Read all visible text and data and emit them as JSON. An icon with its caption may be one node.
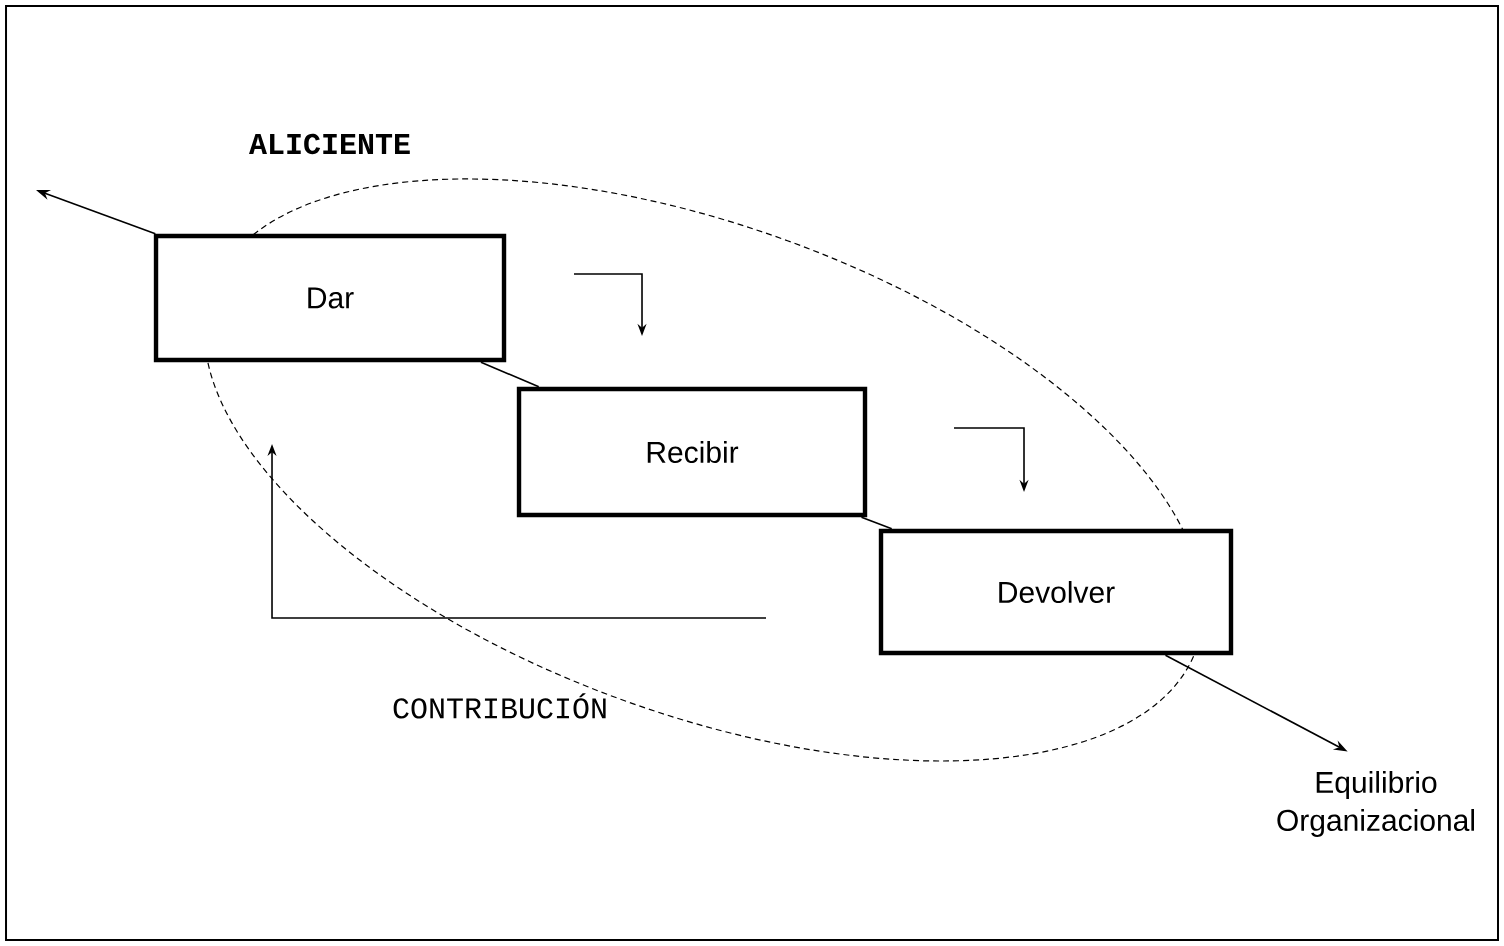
{
  "diagram": {
    "nodes": [
      {
        "text": [
          "Dar"
        ]
      },
      {
        "text": [
          "Recibir"
        ]
      },
      {
        "text": [
          "Devolver"
        ]
      },
      {
        "text": [
          "Equilibrio Organizacional"
        ]
      }
    ],
    "edges": [
      {
        "from": 0,
        "to": null,
        "arrow": "to"
      },
      {
        "from": 0,
        "to": 1,
        "arrow": "none"
      },
      {
        "from": 1,
        "to": 2,
        "arrow": "none"
      },
      {
        "from": 2,
        "to": 3,
        "arrow": "to"
      }
    ],
    "labels": [
      "ALICIENTE",
      "CONTRIBUCIÓN"
    ]
  }
}
